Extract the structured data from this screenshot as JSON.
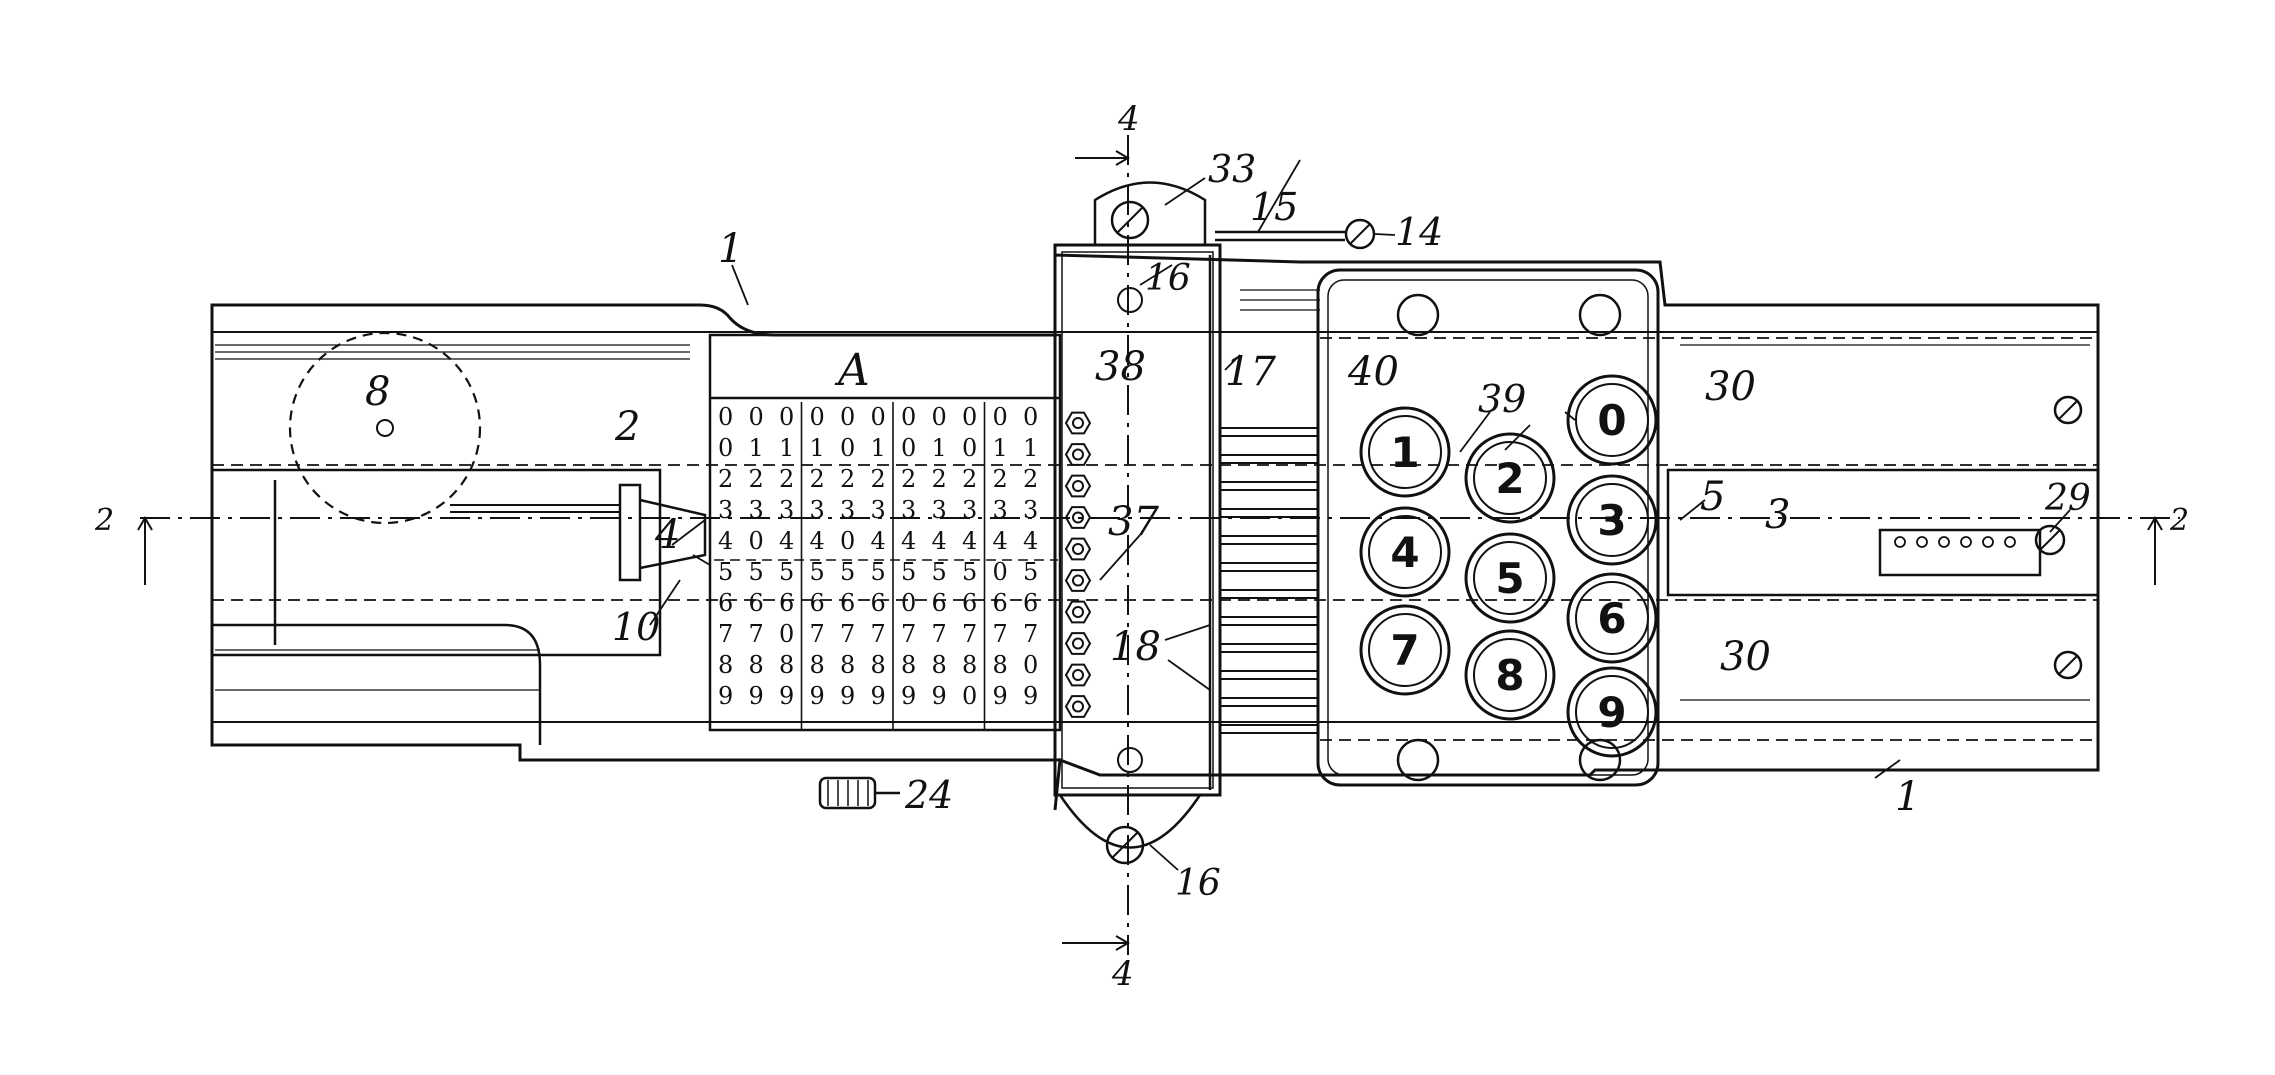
{
  "drawing": {
    "ink_color": "#111111",
    "paper_color": "#ffffff",
    "labels": {
      "section_top": "4",
      "section_bottom": "4",
      "section_left": "2",
      "section_right": "2",
      "base_top": "1",
      "base_bottom": "1",
      "slot": "2",
      "slide": "3",
      "stop": "4",
      "spring": "5",
      "wheel": "8",
      "knob": "10",
      "screw": "14",
      "bar": "15",
      "link_top": "16",
      "link_bottom": "16",
      "plate": "17",
      "rods": "18",
      "knob_bottom": "24",
      "pin": "29",
      "rail_top": "30",
      "rail_bottom": "30",
      "cover": "33",
      "nuts": "37",
      "carriage": "38",
      "keys": "39",
      "keyboard": "40",
      "tape": "A"
    },
    "number_grid": [
      "0 0 0 0 0 0 0 0 0 0 0",
      "0 1 1 1 0 1 0 1 0 1 1",
      "2 2 2 2 2 2 2 2 2 2 2",
      "3 3 3 3 3 3 3 3 3 3 3",
      "4 0 4 4 0 4 4 4 4 4 4",
      "5 5 5 5 5 5 5 5 5 0 5",
      "6 6 6 6 6 6 0 6 6 6 6",
      "7 7 0 7 7 7 7 7 7 7 7",
      "8 8 8 8 8 8 8 8 8 8 0",
      "9 9 9 9 9 9 9 9 0 9 9"
    ],
    "keys": [
      "1",
      "2",
      "0",
      "4",
      "5",
      "3",
      "7",
      "8",
      "6",
      "9"
    ]
  }
}
